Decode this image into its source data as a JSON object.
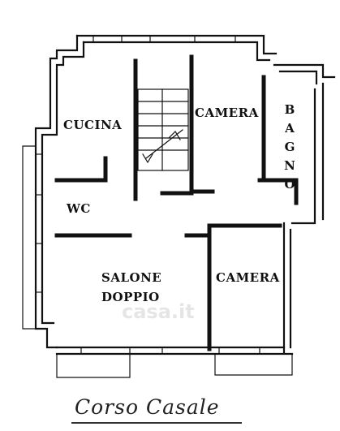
{
  "rooms": {
    "cucina": "CUCINA",
    "camera_top": "CAMERA",
    "bagno": "BAGNO",
    "wc": "WC",
    "salone": "SALONE\nDOPPIO",
    "camera_right": "CAMERA"
  },
  "street": "Corso Casale",
  "watermark": "casa.it",
  "colors": {
    "wall": "#111111",
    "background": "#ffffff"
  }
}
